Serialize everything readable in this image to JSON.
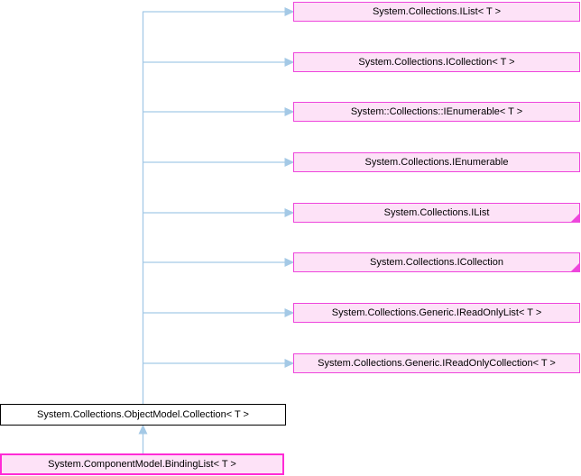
{
  "diagram": {
    "kind": "inheritance-graph",
    "colors": {
      "node_fill": "#FDE2F7",
      "node_border": "#EE46DC",
      "current_node_border": "#FF2BD6",
      "documented_node_fill": "#FFFFFF",
      "documented_node_border": "#000000",
      "edge": "#A4C9E6",
      "text": "#000000"
    },
    "nodes": [
      {
        "label": "System.Collections.IList< T >",
        "type": "external"
      },
      {
        "label": "System.Collections.ICollection< T >",
        "type": "external"
      },
      {
        "label": "System::Collections::IEnumerable< T >",
        "type": "external"
      },
      {
        "label": "System.Collections.IEnumerable",
        "type": "external"
      },
      {
        "label": "System.Collections.IList",
        "type": "external",
        "truncated": true
      },
      {
        "label": "System.Collections.ICollection",
        "type": "external",
        "truncated": true
      },
      {
        "label": "System.Collections.Generic.IReadOnlyList< T >",
        "type": "external"
      },
      {
        "label": "System.Collections.Generic.IReadOnlyCollection< T >",
        "type": "external"
      },
      {
        "label": "System.Collections.ObjectModel.Collection< T >",
        "type": "documented"
      },
      {
        "label": "System.ComponentModel.BindingList< T >",
        "type": "current"
      }
    ],
    "edges": [
      {
        "from": "System.Collections.ObjectModel.Collection< T >",
        "to": "System.Collections.IList< T >"
      },
      {
        "from": "System.Collections.ObjectModel.Collection< T >",
        "to": "System.Collections.ICollection< T >"
      },
      {
        "from": "System.Collections.ObjectModel.Collection< T >",
        "to": "System::Collections::IEnumerable< T >"
      },
      {
        "from": "System.Collections.ObjectModel.Collection< T >",
        "to": "System.Collections.IEnumerable"
      },
      {
        "from": "System.Collections.ObjectModel.Collection< T >",
        "to": "System.Collections.IList"
      },
      {
        "from": "System.Collections.ObjectModel.Collection< T >",
        "to": "System.Collections.ICollection"
      },
      {
        "from": "System.Collections.ObjectModel.Collection< T >",
        "to": "System.Collections.Generic.IReadOnlyList< T >"
      },
      {
        "from": "System.Collections.ObjectModel.Collection< T >",
        "to": "System.Collections.Generic.IReadOnlyCollection< T >"
      },
      {
        "from": "System.ComponentModel.BindingList< T >",
        "to": "System.Collections.ObjectModel.Collection< T >"
      }
    ]
  }
}
